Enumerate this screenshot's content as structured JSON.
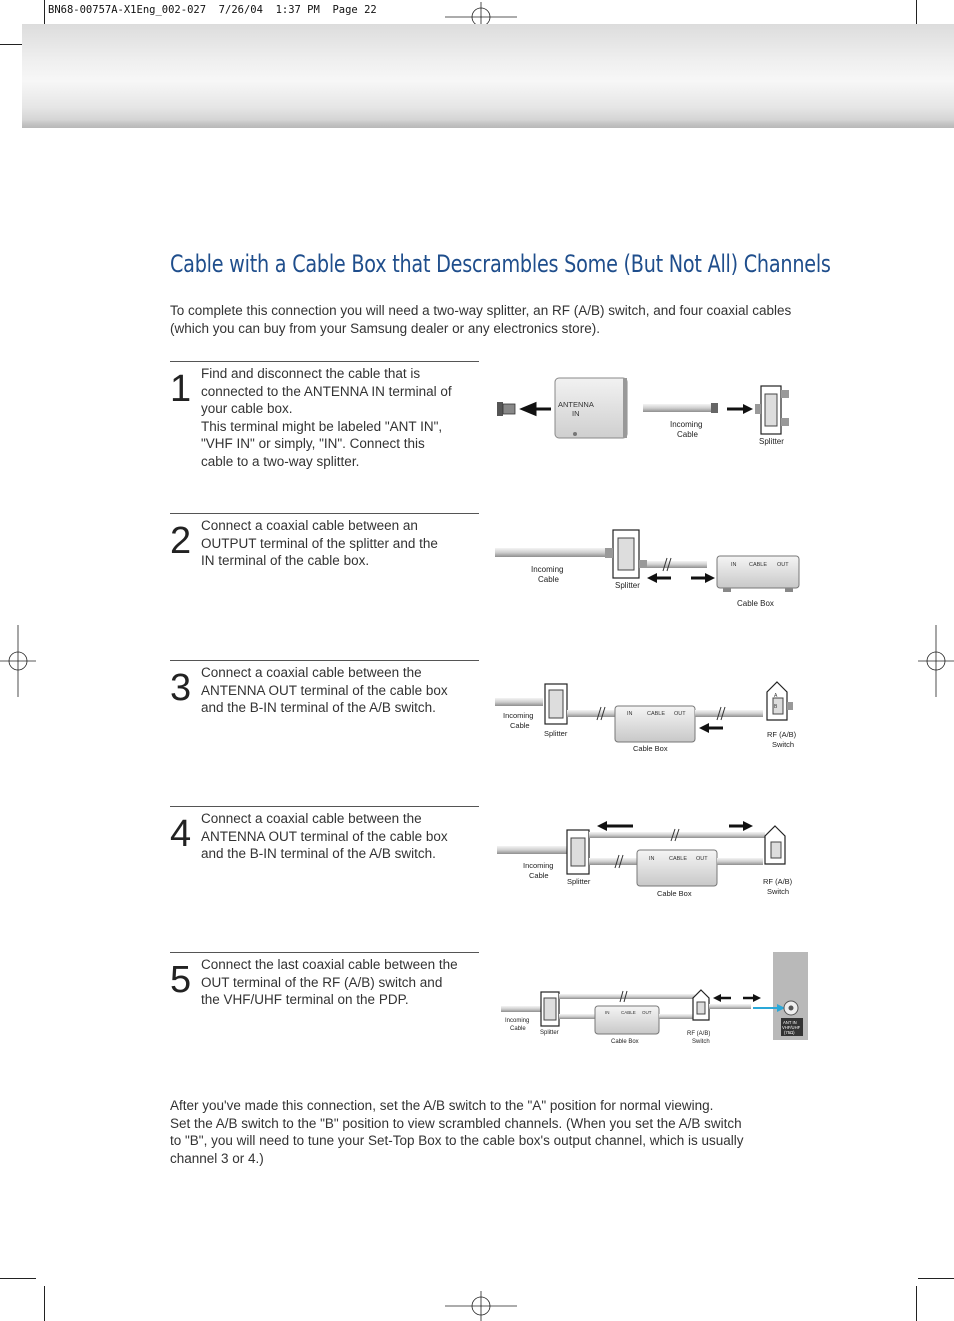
{
  "slug": "BN68-00757A-X1Eng_002-027  7/26/04  1:37 PM  Page 22",
  "title": "Cable with a Cable Box that Descrambles Some (But Not All) Channels",
  "intro": "To complete this connection you will need a two-way splitter, an RF (A/B) switch, and four coaxial cables (which you can buy from your Samsung dealer or any electronics store).",
  "steps": [
    {
      "number": "1",
      "lines": [
        "Find and disconnect the cable that is",
        "connected to the ANTENNA IN terminal of",
        "your cable box.",
        "This terminal might be labeled \"ANT IN\",",
        "\"VHF IN\" or simply, \"IN\". Connect this",
        "cable to a two-way splitter."
      ]
    },
    {
      "number": "2",
      "lines": [
        "Connect a coaxial cable between an",
        "OUTPUT terminal of the splitter and the",
        "IN terminal of the cable box."
      ]
    },
    {
      "number": "3",
      "lines": [
        "Connect a coaxial cable between the",
        "ANTENNA OUT terminal of the cable box",
        "and the B-IN terminal of the A/B switch."
      ]
    },
    {
      "number": "4",
      "lines": [
        "Connect a coaxial cable between the",
        "ANTENNA OUT terminal of the cable box",
        "and the B-IN terminal of the A/B switch."
      ]
    },
    {
      "number": "5",
      "lines": [
        "Connect the last coaxial cable between the",
        "OUT terminal of the RF (A/B) switch and",
        "the VHF/UHF terminal on the PDP."
      ]
    }
  ],
  "labels": {
    "antenna_in_1": "ANTENNA",
    "antenna_in_2": "IN",
    "incoming": "Incoming",
    "cable": "Cable",
    "splitter": "Splitter",
    "cable_box": "Cable Box",
    "in": "IN",
    "cable_term": "CABLE",
    "out": "OUT",
    "rf_ab": "RF (A/B)",
    "switch": "Switch",
    "a": "A",
    "b": "B",
    "ant_in": "ANT IN",
    "vhf_uhf": "VHF/UHF",
    "ohm": "(75Ω)"
  },
  "outro": [
    "After you've made this connection, set the A/B switch to the \"A\" position for normal viewing.",
    "Set the A/B switch to the \"B\" position to view scrambled channels. (When you set the A/B switch",
    "to \"B\", you will need to tune your Set-Top Box to the cable box's output channel, which is usually",
    "channel 3 or 4.)"
  ],
  "colors": {
    "title": "#1f4e8c",
    "header_band": "#dcdcdc",
    "pdp_panel": "#b9b9b9",
    "arrow_accent": "#2aa8d8"
  }
}
